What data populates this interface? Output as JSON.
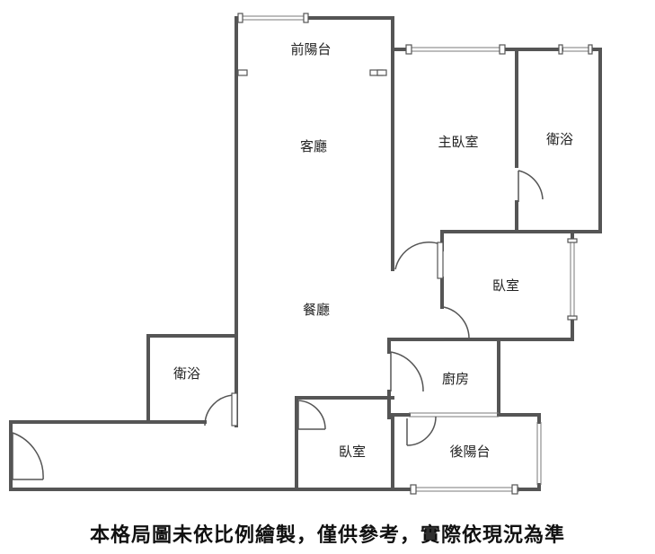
{
  "rooms": {
    "front_balcony": "前陽台",
    "living_room": "客廳",
    "master_bedroom": "主臥室",
    "bathroom_master": "衛浴",
    "bedroom_east": "臥室",
    "dining_room": "餐廳",
    "kitchen": "廚房",
    "bathroom_west": "衛浴",
    "bedroom_south": "臥室",
    "rear_balcony": "後陽台"
  },
  "disclaimer": "本格局圖未依比例繪製，僅供參考，實際依現況為準",
  "colors": {
    "wall": "#555555",
    "text": "#222222"
  }
}
